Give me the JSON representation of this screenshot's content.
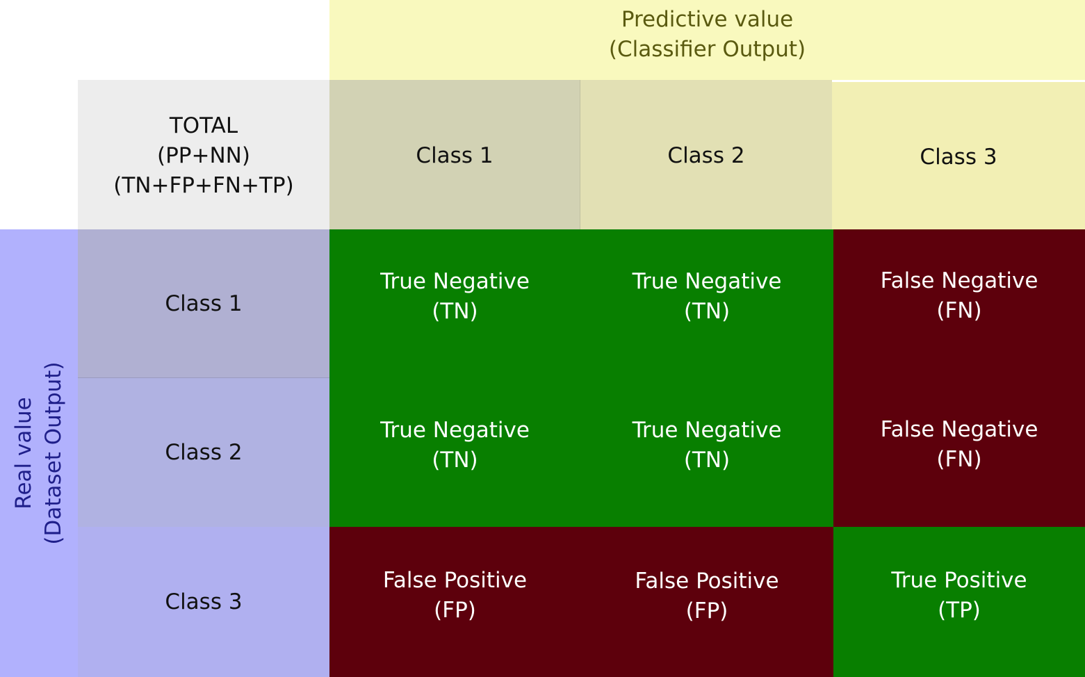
{
  "header": {
    "predictive_line1": "Predictive value",
    "predictive_line2": "(Classifier Output)"
  },
  "total": {
    "line1": "TOTAL",
    "line2": "(PP+NN)",
    "line3": "(TN+FP+FN+TP)"
  },
  "columns": [
    "Class 1",
    "Class 2",
    "Class 3"
  ],
  "real": {
    "line1": "Real value",
    "line2": "(Dataset Output)"
  },
  "rows": [
    "Class 1",
    "Class 2",
    "Class 3"
  ],
  "cells": [
    [
      {
        "l1": "True Negative",
        "l2": "(TN)"
      },
      {
        "l1": "True Negative",
        "l2": "(TN)"
      },
      {
        "l1": "False Negative",
        "l2": "(FN)"
      }
    ],
    [
      {
        "l1": "True Negative",
        "l2": "(TN)"
      },
      {
        "l1": "True Negative",
        "l2": "(TN)"
      },
      {
        "l1": "False Negative",
        "l2": "(FN)"
      }
    ],
    [
      {
        "l1": "False Positive",
        "l2": "(FP)"
      },
      {
        "l1": "False Positive",
        "l2": "(FP)"
      },
      {
        "l1": "True Positive",
        "l2": "(TP)"
      }
    ]
  ],
  "colors": {
    "header_band": "#f9f9be",
    "total_bg": "#ededed",
    "col1_bg": "#d2d2b4",
    "col2_bg": "#e2e0b4",
    "col3_bg": "#f2efb4",
    "real_band": "#b1b1fd",
    "row1_bg": "#b0b0d2",
    "row2_bg": "#b0b2e2",
    "row3_bg": "#b0b0f0",
    "green": "#087f00",
    "red": "#5d000c"
  }
}
